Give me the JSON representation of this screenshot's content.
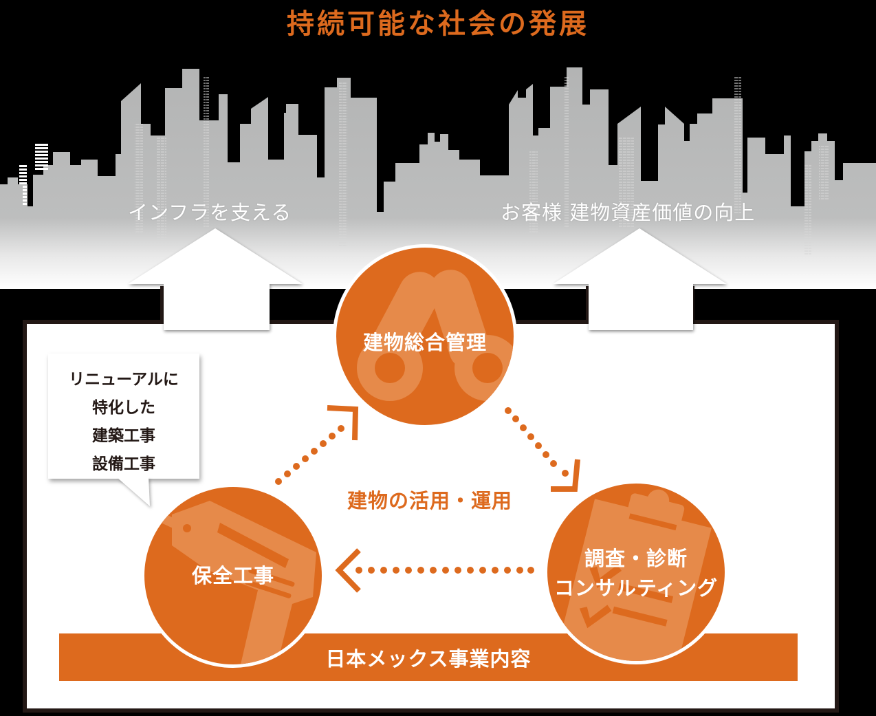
{
  "title": "持続可能な社会の発展",
  "colors": {
    "accent": "#dd6a1e",
    "accent_light": "#e68a4a",
    "background": "#000000",
    "panel": "#ffffff",
    "panel_border": "#231815",
    "skyline": "#b5b6b6",
    "text_dark": "#231815",
    "text_light": "#ffffff"
  },
  "skyline_labels": {
    "left": "インフラを支える",
    "right": "お客様 建物資産価値の向上"
  },
  "speech_bubble": {
    "lines": [
      "リニューアルに",
      "特化した",
      "建築工事",
      "設備工事"
    ]
  },
  "circles": {
    "top": {
      "label": "建物総合管理",
      "icon": "binoculars-icon"
    },
    "left": {
      "label": "保全工事",
      "icon": "power-drill-icon"
    },
    "right": {
      "lines": [
        "調査・診断",
        "コンサルティング"
      ],
      "icon": "clipboard-checklist-icon"
    }
  },
  "center_label": "建物の活用・運用",
  "base_bar": {
    "label": "日本メックス事業内容"
  },
  "flow": [
    {
      "from": "保全工事",
      "to": "建物総合管理",
      "style": "dotted-arrow"
    },
    {
      "from": "建物総合管理",
      "to": "調査・診断 コンサルティング",
      "style": "dotted-arrow"
    },
    {
      "from": "調査・診断 コンサルティング",
      "to": "保全工事",
      "style": "dotted-arrow"
    }
  ]
}
